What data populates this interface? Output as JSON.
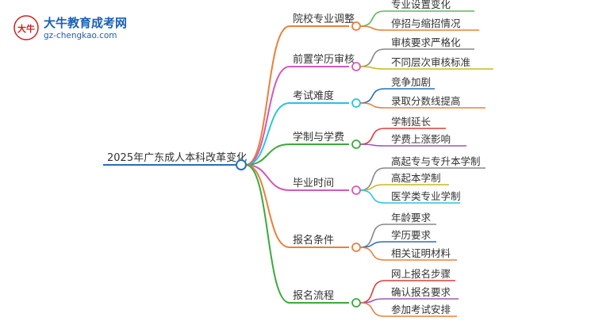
{
  "logo": {
    "title": "大牛教育成考网",
    "url": "gz-chengkao.com",
    "mark_text": "大牛"
  },
  "root": {
    "label": "2025年广东成人本科改革变化"
  },
  "branches": [
    {
      "label": "院校专业调整",
      "color": "#e8803a",
      "leaves": [
        {
          "label": "专业设置变化",
          "color": "#5cb85c"
        },
        {
          "label": "停招与缩招情况",
          "color": "#e8803a"
        }
      ]
    },
    {
      "label": "前置学历审核",
      "color": "#d858b8",
      "leaves": [
        {
          "label": "审核要求严格化",
          "color": "#888888"
        },
        {
          "label": "不同层次审核标准",
          "color": "#c8b820"
        }
      ]
    },
    {
      "label": "考试难度",
      "color": "#26c6da",
      "leaves": [
        {
          "label": "竞争加剧",
          "color": "#2a6fb8"
        },
        {
          "label": "录取分数线提高",
          "color": "#e8803a"
        }
      ]
    },
    {
      "label": "学制与学费",
      "color": "#3aaa3a",
      "leaves": [
        {
          "label": "学制延长",
          "color": "#e03a3a"
        },
        {
          "label": "学费上涨影响",
          "color": "#9b59b6"
        }
      ]
    },
    {
      "label": "毕业时间",
      "color": "#d858b8",
      "leaves": [
        {
          "label": "高起专与专升本学制",
          "color": "#888888"
        },
        {
          "label": "高起本学制",
          "color": "#c8b820"
        },
        {
          "label": "医学类专业学制",
          "color": "#26c6da"
        }
      ]
    },
    {
      "label": "报名条件",
      "color": "#e8803a",
      "leaves": [
        {
          "label": "年龄要求",
          "color": "#888888"
        },
        {
          "label": "学历要求",
          "color": "#2a6fb8"
        },
        {
          "label": "相关证明材料",
          "color": "#e8803a"
        }
      ]
    },
    {
      "label": "报名流程",
      "color": "#3aaa3a",
      "leaves": [
        {
          "label": "网上报名步骤",
          "color": "#e03a3a"
        },
        {
          "label": "确认报名要求",
          "color": "#9b59b6"
        },
        {
          "label": "参加考试安排",
          "color": "#e8803a"
        }
      ]
    }
  ]
}
